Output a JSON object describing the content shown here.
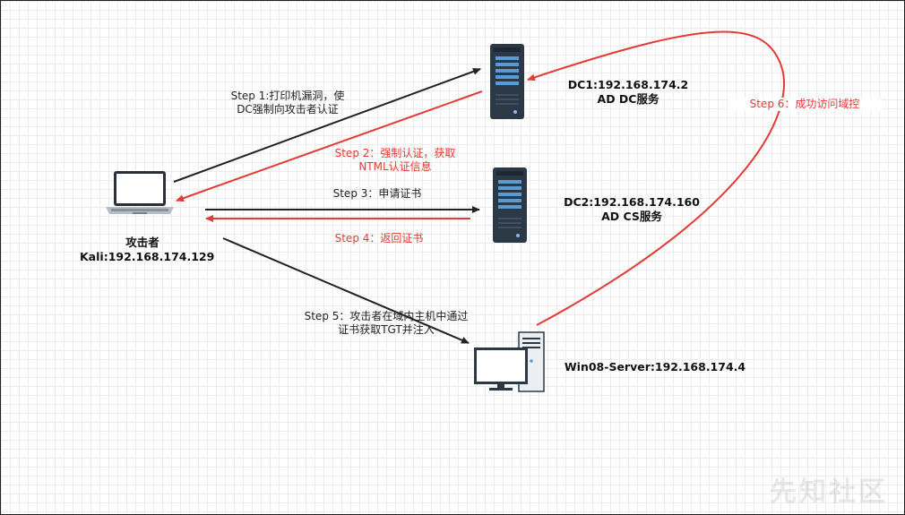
{
  "nodes": {
    "attacker": {
      "name": "攻击者",
      "ip": "Kali:192.168.174.129"
    },
    "dc1": {
      "line1": "DC1:192.168.174.2",
      "line2": "AD DC服务"
    },
    "dc2": {
      "line1": "DC2:192.168.174.160",
      "line2": "AD CS服务"
    },
    "win08": {
      "label": "Win08-Server:192.168.174.4"
    }
  },
  "steps": {
    "step1": {
      "line1": "Step 1:打印机漏洞，使",
      "line2": "DC强制向攻击者认证"
    },
    "step2": {
      "line1": "Step 2：强制认证，获取",
      "line2": "NTML认证信息"
    },
    "step3": {
      "text": "Step 3：申请证书"
    },
    "step4": {
      "text": "Step 4：返回证书"
    },
    "step5": {
      "line1": "Step 5：攻击者在域内主机中通过",
      "line2": "证书获取TGT并注入"
    },
    "step6": {
      "text": "Step 6：成功访问域控"
    }
  },
  "watermark": "先知社区",
  "colors": {
    "black_arrow": "#222222",
    "red_arrow": "#e53935",
    "server": "#2b3947",
    "server_screen": "#5b9bd5"
  }
}
